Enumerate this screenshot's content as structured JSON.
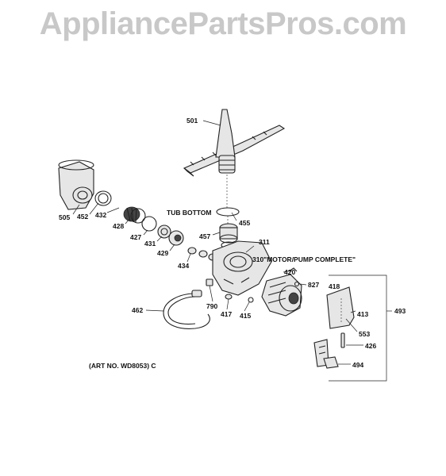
{
  "header": {
    "watermark": "AppliancePartsPros.com"
  },
  "callouts": {
    "c501": "501",
    "c505": "505",
    "c452": "452",
    "c432": "432",
    "c428": "428",
    "c427": "427",
    "c431": "431",
    "c429": "429",
    "c434": "434",
    "c455": "455",
    "c457": "457",
    "c311": "311",
    "c310": "310\"MOTOR/PUMP COMPLETE\"",
    "c420": "420",
    "c827": "827",
    "c790": "790",
    "c417": "417",
    "c415": "415",
    "c462": "462",
    "c418": "418",
    "c413": "413",
    "c553": "553",
    "c426": "426",
    "c494": "494",
    "c493": "493"
  },
  "notes": {
    "tub_bottom": "TUB BOTTOM",
    "art_no": "(ART NO. WD8053) C"
  }
}
